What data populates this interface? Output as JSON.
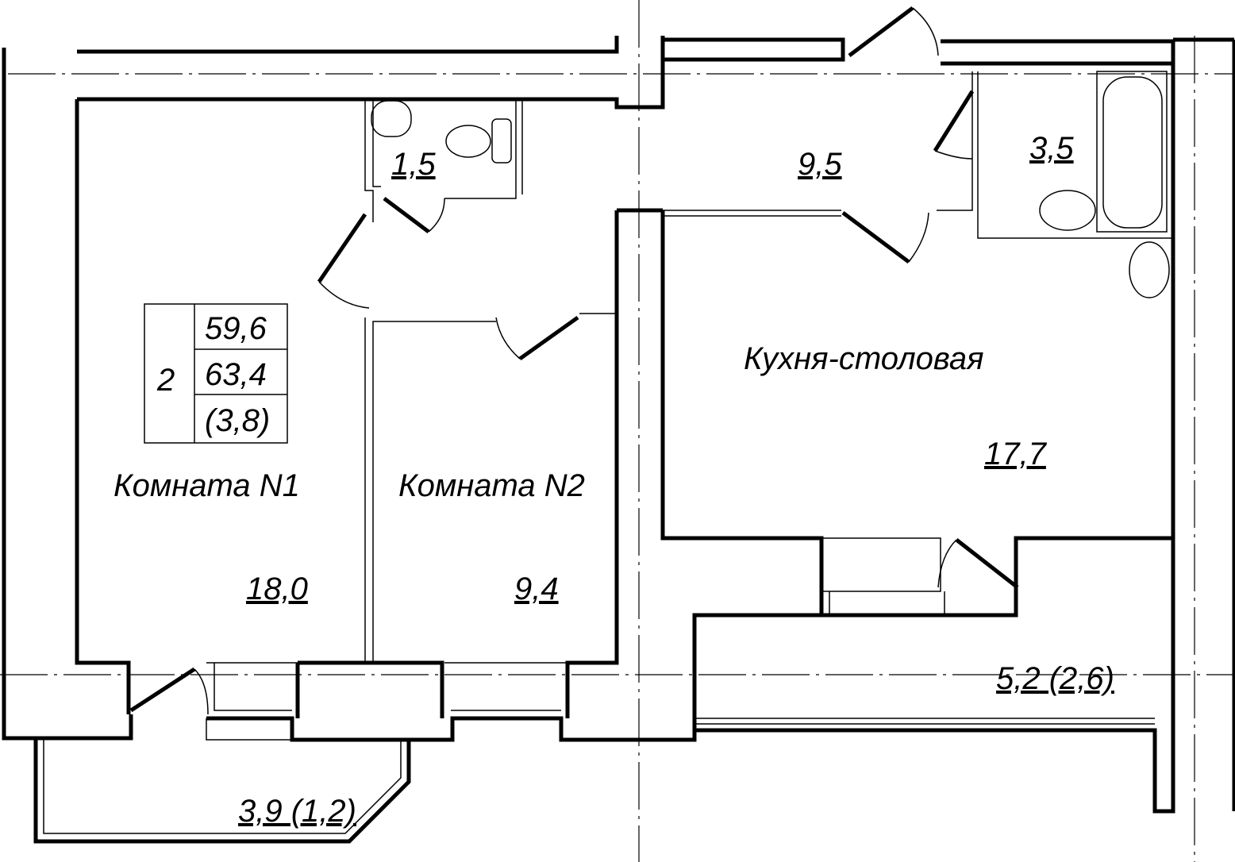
{
  "plan": {
    "rooms_count": "2",
    "living_area": "59,6",
    "total_area": "63,4",
    "balcony_area": "(3,8)",
    "rooms": [
      {
        "name": "Комната N1",
        "area": "18,0"
      },
      {
        "name": "Комната N2",
        "area": "9,4"
      },
      {
        "name": "Кухня-столовая",
        "area": "17,7"
      },
      {
        "name": "",
        "area": "1,5"
      },
      {
        "name": "",
        "area": "9,5"
      },
      {
        "name": "",
        "area": "3,5"
      }
    ],
    "balconies": [
      {
        "area": "3,9 (1,2)"
      },
      {
        "area": "5,2 (2,6)"
      }
    ]
  }
}
